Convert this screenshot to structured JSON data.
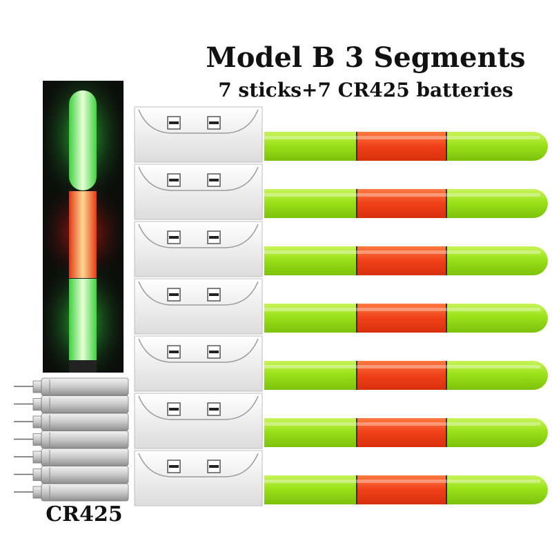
{
  "title": "Model B 3 Segments",
  "subtitle": "7 sticks+7 CR425 batteries",
  "battery_label": "CR425",
  "stick_count": 7,
  "battery_count": 7,
  "colors": {
    "green": "#9be21a",
    "green_light": "#c8f45a",
    "red": "#f0401a",
    "red_light": "#ff7a40",
    "holder": "#ececec",
    "battery": "#c9c9c9"
  }
}
